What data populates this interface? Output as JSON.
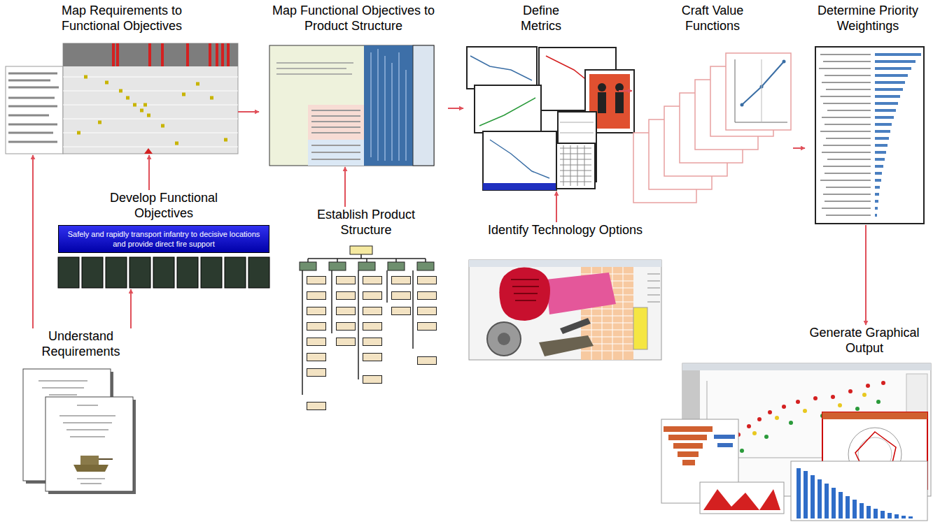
{
  "diagram": {
    "nodes": [
      {
        "text": [
          "Map Requirements to Functional Objectives"
        ]
      },
      {
        "text": [
          "Map Functional Objectives to Product Structure"
        ]
      },
      {
        "text": [
          "Define Metrics"
        ]
      },
      {
        "text": [
          "Craft Value Functions"
        ]
      },
      {
        "text": [
          "Determine Priority Weightings"
        ]
      },
      {
        "text": [
          "Develop Functional Objectives",
          "Safely and rapidly transport infantry to decisive locations and provide direct fire support"
        ]
      },
      {
        "text": [
          "Understand Requirements"
        ]
      },
      {
        "text": [
          "Establish Product Structure"
        ]
      },
      {
        "text": [
          "Identify Technology Options"
        ]
      },
      {
        "text": [
          "Generate Graphical Output"
        ]
      }
    ],
    "edges": [
      {
        "from": 6,
        "to": 0,
        "arrow": "to"
      },
      {
        "from": 6,
        "to": 5,
        "arrow": "to"
      },
      {
        "from": 5,
        "to": 0,
        "arrow": "to"
      },
      {
        "from": 0,
        "to": 1,
        "arrow": "to"
      },
      {
        "from": 7,
        "to": 1,
        "arrow": "to"
      },
      {
        "from": 1,
        "to": 2,
        "arrow": "to"
      },
      {
        "from": 8,
        "to": 2,
        "arrow": "to"
      },
      {
        "from": 2,
        "to": 3,
        "arrow": "to"
      },
      {
        "from": 3,
        "to": 4,
        "arrow": "to"
      },
      {
        "from": 4,
        "to": 9,
        "arrow": "to"
      }
    ]
  }
}
